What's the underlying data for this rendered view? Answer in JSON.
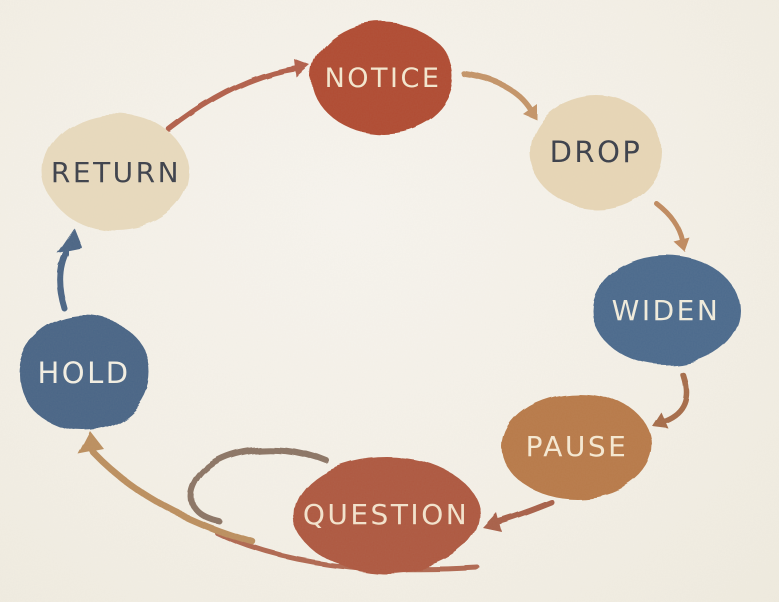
{
  "diagram": {
    "type": "cycle",
    "background_color": "#f4f0e7",
    "sequence": [
      "NOTICE",
      "DROP",
      "WIDEN",
      "PAUSE",
      "QUESTION",
      "HOLD",
      "RETURN"
    ],
    "nodes": [
      {
        "id": "notice",
        "label": "NOTICE",
        "color": "#b04b30",
        "text_color": "#f4e7cf"
      },
      {
        "id": "drop",
        "label": "DROP",
        "color": "#e7d6b6",
        "text_color": "#3b3f4a"
      },
      {
        "id": "widen",
        "label": "WIDEN",
        "color": "#4c6a8d",
        "text_color": "#f1ecdc"
      },
      {
        "id": "pause",
        "label": "PAUSE",
        "color": "#b87a48",
        "text_color": "#f6e9d2"
      },
      {
        "id": "question",
        "label": "QUESTION",
        "color": "#ae5941",
        "text_color": "#f3e3cd"
      },
      {
        "id": "hold",
        "label": "HOLD",
        "color": "#4a6586",
        "text_color": "#f3efe3"
      },
      {
        "id": "return",
        "label": "RETURN",
        "color": "#e8dabd",
        "text_color": "#3d414b"
      }
    ],
    "arrows": [
      {
        "id": "return-to-notice",
        "from": "RETURN",
        "to": "NOTICE",
        "color": "#b2604b"
      },
      {
        "id": "notice-to-drop",
        "from": "NOTICE",
        "to": "DROP",
        "color": "#c49468"
      },
      {
        "id": "drop-to-widen",
        "from": "DROP",
        "to": "WIDEN",
        "color": "#c08a5e"
      },
      {
        "id": "widen-to-pause",
        "from": "WIDEN",
        "to": "PAUSE",
        "color": "#a66c4a"
      },
      {
        "id": "pause-to-question",
        "from": "PAUSE",
        "to": "QUESTION",
        "color": "#a8604a"
      },
      {
        "id": "question-to-hold",
        "from": "QUESTION",
        "to": "HOLD",
        "color": "#bc8f5e"
      },
      {
        "id": "hold-to-return",
        "from": "HOLD",
        "to": "RETURN",
        "color": "#4b6585"
      }
    ],
    "decorations": [
      {
        "id": "swirl-top",
        "description": "loop stroke arcing over left side of QUESTION",
        "color": "#8c7565"
      },
      {
        "id": "swirl-bottom",
        "description": "sweep stroke under QUESTION",
        "color": "#b06851"
      }
    ]
  }
}
